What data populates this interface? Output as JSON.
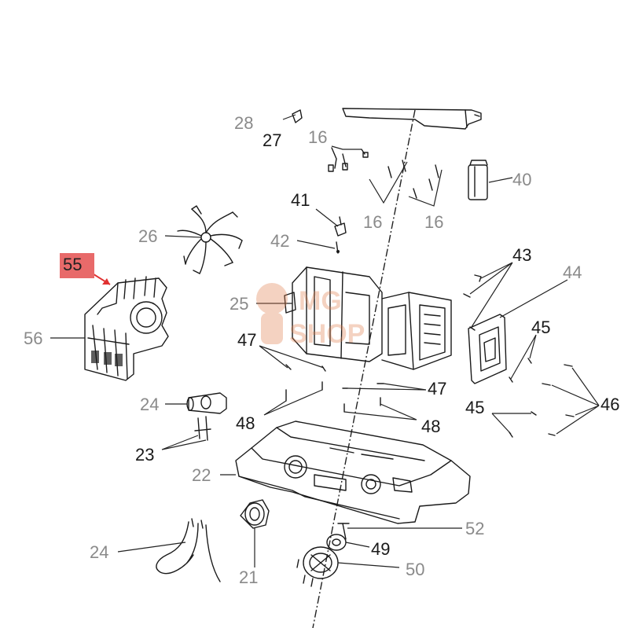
{
  "labels": [
    {
      "id": "28",
      "text": "28",
      "tone": "gray"
    },
    {
      "id": "27",
      "text": "27",
      "tone": "black"
    },
    {
      "id": "16a",
      "text": "16",
      "tone": "gray"
    },
    {
      "id": "40",
      "text": "40",
      "tone": "gray"
    },
    {
      "id": "41",
      "text": "41",
      "tone": "black"
    },
    {
      "id": "16b",
      "text": "16",
      "tone": "gray"
    },
    {
      "id": "16c",
      "text": "16",
      "tone": "gray"
    },
    {
      "id": "26",
      "text": "26",
      "tone": "gray"
    },
    {
      "id": "42",
      "text": "42",
      "tone": "gray"
    },
    {
      "id": "43",
      "text": "43",
      "tone": "black"
    },
    {
      "id": "44",
      "text": "44",
      "tone": "gray"
    },
    {
      "id": "25",
      "text": "25",
      "tone": "gray"
    },
    {
      "id": "56",
      "text": "56",
      "tone": "gray"
    },
    {
      "id": "47a",
      "text": "47",
      "tone": "black"
    },
    {
      "id": "45a",
      "text": "45",
      "tone": "black"
    },
    {
      "id": "47b",
      "text": "47",
      "tone": "black"
    },
    {
      "id": "46",
      "text": "46",
      "tone": "black"
    },
    {
      "id": "24a",
      "text": "24",
      "tone": "gray"
    },
    {
      "id": "48a",
      "text": "48",
      "tone": "black"
    },
    {
      "id": "48b",
      "text": "48",
      "tone": "black"
    },
    {
      "id": "45b",
      "text": "45",
      "tone": "black"
    },
    {
      "id": "23",
      "text": "23",
      "tone": "black"
    },
    {
      "id": "22",
      "text": "22",
      "tone": "gray"
    },
    {
      "id": "52",
      "text": "52",
      "tone": "gray"
    },
    {
      "id": "49",
      "text": "49",
      "tone": "black"
    },
    {
      "id": "24b",
      "text": "24",
      "tone": "gray"
    },
    {
      "id": "50",
      "text": "50",
      "tone": "gray"
    },
    {
      "id": "21",
      "text": "21",
      "tone": "gray"
    }
  ],
  "highlight": {
    "text": "55",
    "color": "#e86a6a",
    "arrow_color": "#e03030"
  },
  "watermark": {
    "line1": "MG",
    "line2": "SHOP"
  },
  "colors": {
    "black": "#1a1a1a",
    "gray": "#8a8a8a",
    "watermark": "#e08050"
  }
}
